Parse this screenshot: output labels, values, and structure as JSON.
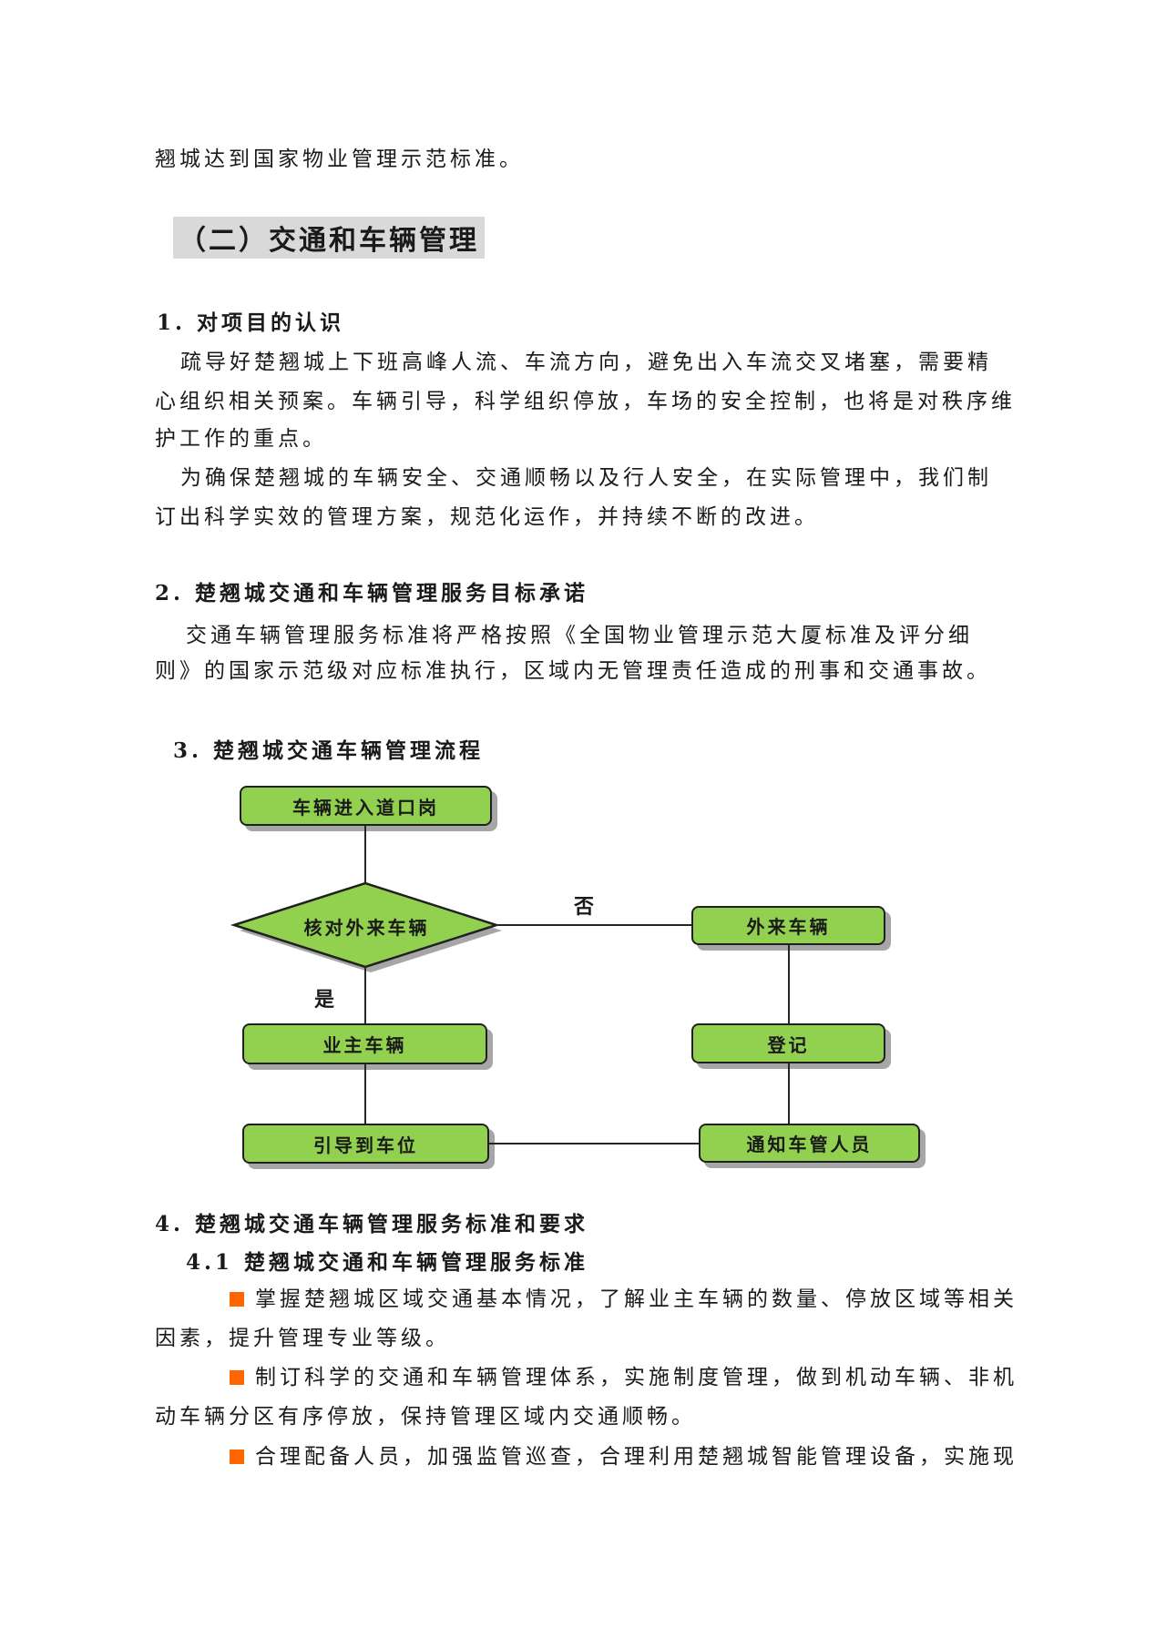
{
  "intro_line": "翘城达到国家物业管理示范标准。",
  "main_heading": "（二）交通和车辆管理",
  "sections": {
    "s1": {
      "title": "1. 对项目的认识",
      "p1": {
        "lines": [
          "疏导好楚翘城上下班高峰人流、车流方向，避免出入车流交叉堵塞，需要精",
          "心组织相关预案。车辆引导，科学组织停放，车场的安全控制，也将是对秩序维",
          "护工作的重点。"
        ]
      },
      "p2": {
        "lines": [
          "为确保楚翘城的车辆安全、交通顺畅以及行人安全，在实际管理中，我们制",
          "订出科学实效的管理方案，规范化运作，并持续不断的改进。"
        ]
      }
    },
    "s2": {
      "title": "2. 楚翘城交通和车辆管理服务目标承诺",
      "p1": {
        "lines": [
          "交通车辆管理服务标准将严格按照《全国物业管理示范大厦标准及评分细",
          "则》的国家示范级对应标准执行，区域内无管理责任造成的刑事和交通事故。"
        ]
      }
    },
    "s3": {
      "title": "3. 楚翘城交通车辆管理流程"
    },
    "s4": {
      "title": "4. 楚翘城交通车辆管理服务标准和要求",
      "subtitle": "4.1 楚翘城交通和车辆管理服务标准",
      "bullets": [
        {
          "lines": [
            "掌握楚翘城区域交通基本情况，了解业主车辆的数量、停放区域等相关",
            "因素，提升管理专业等级。"
          ]
        },
        {
          "lines": [
            "制订科学的交通和车辆管理体系，实施制度管理，做到机动车辆、非机",
            "动车辆分区有序停放，保持管理区域内交通顺畅。"
          ]
        },
        {
          "lines": [
            "合理配备人员，加强监管巡查，合理利用楚翘城智能管理设备，实施现"
          ]
        }
      ]
    }
  },
  "flowchart": {
    "nodes": {
      "entry": "车辆进入道口岗",
      "check": "核对外来车辆",
      "visitor": "外来车辆",
      "owner": "业主车辆",
      "register": "登记",
      "guide": "引导到车位",
      "notify": "通知车管人员"
    },
    "labels": {
      "no": "否",
      "yes": "是"
    }
  },
  "colors": {
    "node_fill": "#92D050",
    "node_border": "#202020",
    "node_shadow": "#a6a6a6",
    "heading_highlight": "#d9d9d9",
    "bullet_square": "#FF6600"
  }
}
